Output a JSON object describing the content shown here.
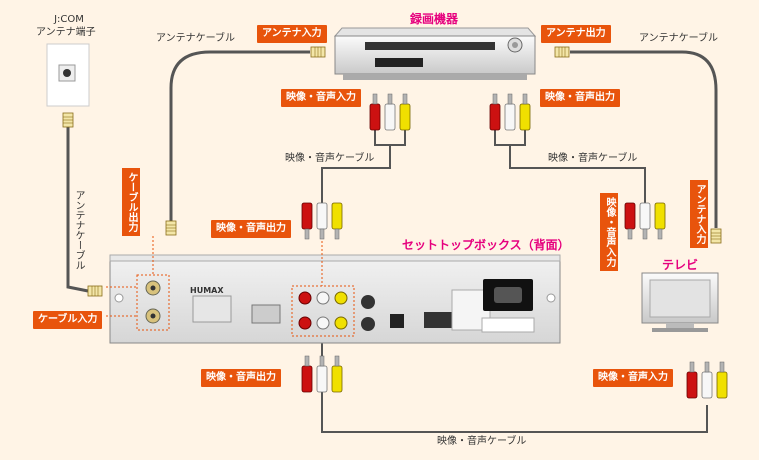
{
  "colors": {
    "background": "#fff4e6",
    "tag": "#e8540c",
    "title_pink": "#e6007e",
    "cable": "#555555"
  },
  "jcom": {
    "line1": "J:COM",
    "line2": "アンテナ端子"
  },
  "recorder": {
    "title": "録画機器"
  },
  "stb": {
    "title": "セットトップボックス（背面）",
    "brand": "HUMAX"
  },
  "tv": {
    "title": "テレビ"
  },
  "labels": {
    "antenna_cable_a": "アンテナケーブル",
    "antenna_cable_b": "アンテナケーブル",
    "antenna_cable_v": "アンテナケーブル",
    "av_cable_a": "映像・音声ケーブル",
    "av_cable_b": "映像・音声ケーブル",
    "av_cable_bottom": "映像・音声ケーブル"
  },
  "tags": {
    "antenna_in": "アンテナ入力",
    "antenna_out": "アンテナ出力",
    "rec_av_in": "映像・音声入力",
    "rec_av_out": "映像・音声出力",
    "stb_av_out_top": "映像・音声出力",
    "cable_out": "ケーブル出力",
    "cable_in": "ケーブル入力",
    "tv_av_in_v": "映像・音声入力",
    "tv_antenna_in_v": "アンテナ入力",
    "stb_av_out_bottom": "映像・音声出力",
    "tv_av_in_bottom": "映像・音声入力"
  },
  "icons": [
    "antenna-terminal-icon",
    "recorder-device-icon",
    "set-top-box-icon",
    "television-icon",
    "rca-plug-icon",
    "f-connector-icon"
  ]
}
